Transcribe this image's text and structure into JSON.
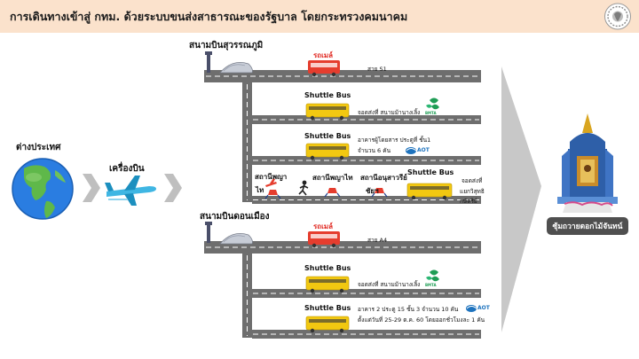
{
  "header": {
    "title": "การเดินทางเข้าสู่ กทม. ด้วยระบบขนส่งสาธารณะของรัฐบาล โดยกระทรวงคมนาคม"
  },
  "left": {
    "abroad_label": "ต่างประเทศ",
    "plane_label": "เครื่องบิน"
  },
  "suvarnabhumi": {
    "airport_name": "สนามบินสุวรรณภูมิ",
    "train_label": "รถเมล์",
    "train_route": "สาย S1",
    "shuttle1_label": "Shuttle Bus",
    "shuttle1_desc": "จอดส่งที่ สนามม้านางเลิ้ง",
    "shuttle1_logo": "BMTA",
    "shuttle2_label": "Shuttle Bus",
    "shuttle2_desc1": "อาคารผู้โดยสาร ประตูที่ ชั้น1",
    "shuttle2_desc2": "จำนวน 6 คัน",
    "shuttle2_logo": "AOT",
    "rail_station1_a": "สถานีพญา",
    "rail_station1_b": "ไท",
    "rail_station2": "สถานีพญาไท",
    "rail_station3_a": "สถานีอนุสาวรีย์",
    "rail_station3_b": "ชัยฯ",
    "shuttle3_label": "Shuttle Bus",
    "shuttle3_desc1": "จอดส่งที่",
    "shuttle3_desc2": "แยกวิสุทธิ",
    "shuttle3_desc3": "กษัตริย์"
  },
  "donmueang": {
    "airport_name": "สนามบินดอนเมือง",
    "train_label": "รถเมล์",
    "train_route": "สาย A4",
    "shuttle1_label": "Shuttle Bus",
    "shuttle1_desc": "จอดส่งที่ สนามม้านางเลิ้ง",
    "shuttle1_logo": "BMTA",
    "shuttle2_label": "Shuttle Bus",
    "shuttle2_desc1": "อาคาร 2 ประตู 15 ชั้น 3 จำนวน 10 คัน",
    "shuttle2_desc2": "ตั้งแต่วันที่ 25-29 ต.ค. 60 โดยออกชั่วโมงละ 1 คัน",
    "shuttle2_logo": "AOT"
  },
  "destination": {
    "caption": "ซุ้มถวายดอกไม้จันทน์"
  },
  "colors": {
    "header_bg": "#fbe2cc",
    "road": "#6e6e6e",
    "arrow": "#bfbfbf",
    "bus_red": "#e53d2e",
    "bus_yellow": "#f2c811",
    "caption_bg": "#4f4f4f"
  }
}
